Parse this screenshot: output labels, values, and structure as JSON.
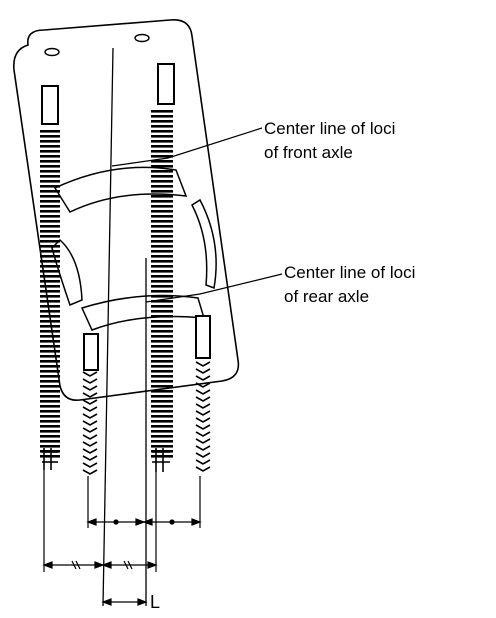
{
  "labels": {
    "front_line_1": "Center line of loci",
    "front_line_2": "of front axle",
    "rear_line_1": "Center line of loci",
    "rear_line_2": "of rear axle",
    "offset": "L"
  }
}
